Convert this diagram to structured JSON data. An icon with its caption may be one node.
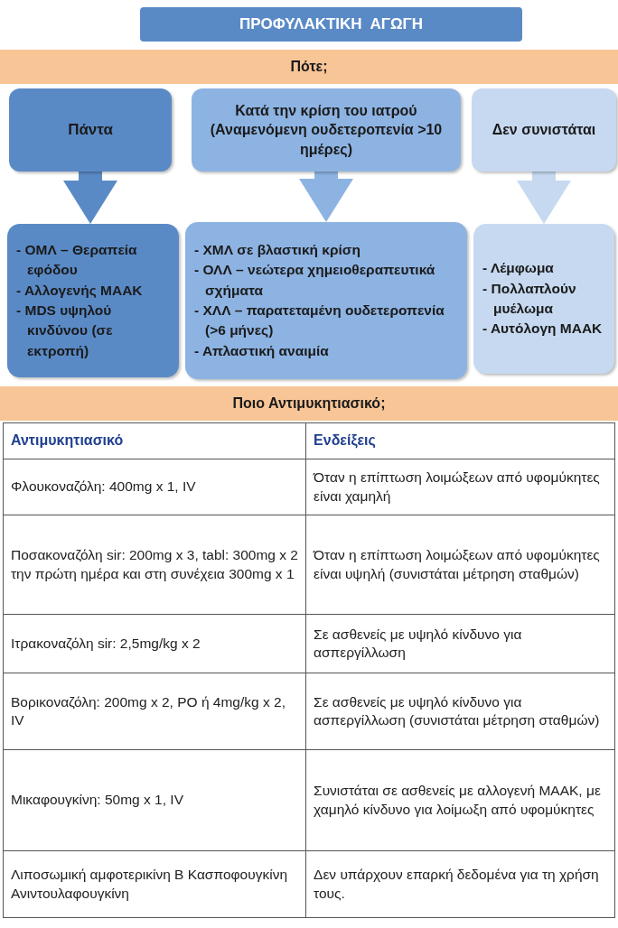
{
  "diagram": {
    "title": "ΠΡΟΦΥΛΑΚΤΙΚΗ  ΑΓΩΓΗ",
    "nodes": [
      {
        "text": [
          "Πότε;"
        ]
      },
      {
        "text": [
          "Πάντα"
        ]
      },
      {
        "text": [
          "Κατά την κρίση του ιατρού (Αναμενόμενη ουδετεροπενία >10 ημέρες)"
        ]
      },
      {
        "text": [
          "Δεν συνιστάται"
        ]
      },
      {
        "text": [
          "- ΟΜΛ – Θεραπεία εφόδου",
          "- Αλλογενής ΜΑΑΚ",
          "- MDS υψηλού κινδύνου (σε εκτροπή)"
        ]
      },
      {
        "text": [
          "- ΧΜΛ σε βλαστική κρίση",
          "- ΟΛΛ – νεώτερα χημειοθεραπευτικά σχήματα",
          "- ΧΛΛ – παρατεταμένη ουδετεροπενία (>6 μήνες)",
          "- Απλαστική αναιμία"
        ]
      },
      {
        "text": [
          "- Λέμφωμα",
          "- Πολλαπλούν μυέλωμα",
          "- Αυτόλογη ΜΑΑΚ"
        ]
      },
      {
        "text": [
          "Ποιο Αντιμυκητιασικό;"
        ]
      }
    ],
    "edges": [
      {
        "from": 1,
        "to": 4,
        "arrow": "to",
        "color": "#5a8ac6"
      },
      {
        "from": 2,
        "to": 5,
        "arrow": "to",
        "color": "#8db3e2"
      },
      {
        "from": 3,
        "to": 6,
        "arrow": "to",
        "color": "#c6d9f0"
      }
    ],
    "labels": [
      "Αντιμυκητιασικό",
      "Ενδείξεις",
      "Φλουκοναζόλη: 400mg x 1, IV",
      "Όταν η επίπτωση λοιμώξεων από υφομύκητες είναι χαμηλή",
      "Ποσακοναζόλη sir: 200mg x 3, tabl: 300mg x 2 την πρώτη ημέρα και στη συνέχεια 300mg x 1",
      "Όταν η επίπτωση λοιμώξεων από υφομύκητες είναι υψηλή (συνιστάται μέτρηση σταθμών)",
      "Ιτρακοναζόλη sir: 2,5mg/kg x 2",
      "Σε ασθενείς με υψηλό κίνδυνο για ασπεργίλλωση",
      "Βορικοναζόλη: 200mg x 2, PO ή 4mg/kg x 2, IV",
      "Σε ασθενείς με υψηλό κίνδυνο για ασπεργίλλωση (συνιστάται μέτρηση σταθμών)",
      "Μικαφουγκίνη: 50mg x 1, IV",
      "Συνιστάται σε ασθενείς με αλλογενή ΜΑΑΚ, με χαμηλό κίνδυνο για λοίμωξη από υφομύκητες",
      "Λιποσωμική αμφοτερικίνη Β Κασποφουγκίνη Ανιντουλαφουγκίνη",
      "Δεν υπάρχουν επαρκή δεδομένα για τη χρήση τους."
    ]
  }
}
